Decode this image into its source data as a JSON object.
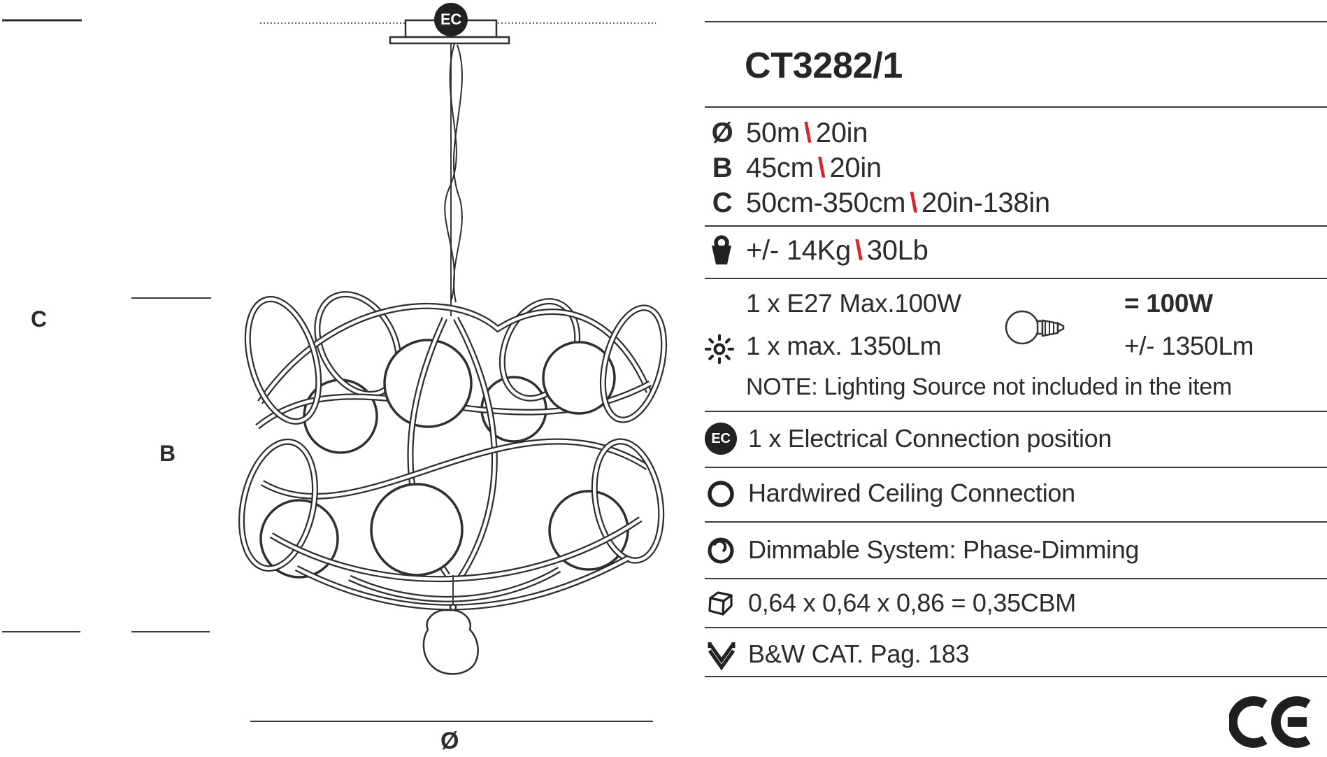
{
  "colors": {
    "ink": "#2b2b2b",
    "accent_red": "#d8262c"
  },
  "header": {
    "model": "CT3282/1"
  },
  "drawing": {
    "ec_label": "EC",
    "dim_c": "C",
    "dim_b": "B",
    "dim_diameter": "Ø"
  },
  "dimensions": {
    "sep": "\\",
    "rows": [
      {
        "key": "Ø",
        "metric": "50m",
        "imperial": "20in"
      },
      {
        "key": "B",
        "metric": "45cm",
        "imperial": "20in"
      },
      {
        "key": "C",
        "metric": "50cm-350cm",
        "imperial": "20in-138in"
      }
    ]
  },
  "weight": {
    "sep": "\\",
    "metric": "+/- 14Kg",
    "imperial": "30Lb"
  },
  "lamping": {
    "sockets": "1 x E27 Max.100W",
    "lumens": "1 x max. 1350Lm",
    "total_watt": "= 100W",
    "total_lumens": "+/- 1350Lm",
    "note": "NOTE: Lighting Source not included in the item"
  },
  "features": [
    {
      "icon": "ec-badge",
      "badge": "EC",
      "label": "1 x Electrical Connection position"
    },
    {
      "icon": "hardwired-circle",
      "label": "Hardwired Ceiling Connection"
    },
    {
      "icon": "dimmer",
      "label": "Dimmable System: Phase-Dimming"
    },
    {
      "icon": "carton-box",
      "label": "0,64 x 0,64 x 0,86 = 0,35CBM"
    },
    {
      "icon": "catalog",
      "label": "B&W CAT. Pag. 183"
    }
  ],
  "footer": {
    "ce_mark": "CE"
  }
}
